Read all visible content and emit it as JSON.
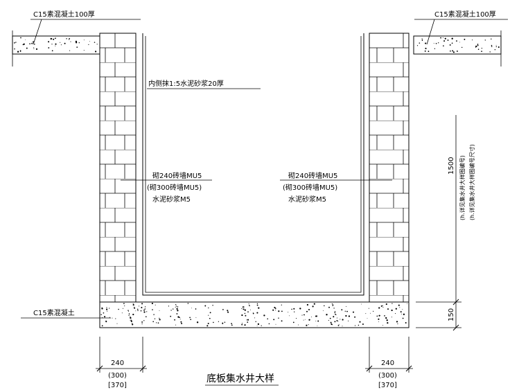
{
  "title": "底板集水井大样",
  "labels": {
    "top_left_concrete": "C15素混凝土100厚",
    "top_right_concrete": "C15素混凝土100厚",
    "inner_plaster": "内侧抹1:5水泥砂浆20厚",
    "left_wall_line1": "砌240砖墙MU5",
    "left_wall_line2": "(砌300砖墙MU5)",
    "left_wall_line3": "水泥砂浆M5",
    "right_wall_line1": "砌240砖墙MU5",
    "right_wall_line2": "(砌300砖墙MU5)",
    "right_wall_line3": "水泥砂浆M5",
    "base_concrete": "C15素混凝土"
  },
  "dimensions": {
    "left_width": "240",
    "left_width_alt1": "(300)",
    "left_width_alt2": "[370]",
    "right_width": "240",
    "right_width_alt1": "(300)",
    "right_width_alt2": "[370]",
    "height": "1500",
    "base_thickness": "150",
    "height_note_line1": "(h.详见集水井大样图编号)",
    "height_note_line2": "(h.详见集水井大样图编号尺寸)"
  },
  "colors": {
    "line": "#000000",
    "background": "#ffffff"
  }
}
